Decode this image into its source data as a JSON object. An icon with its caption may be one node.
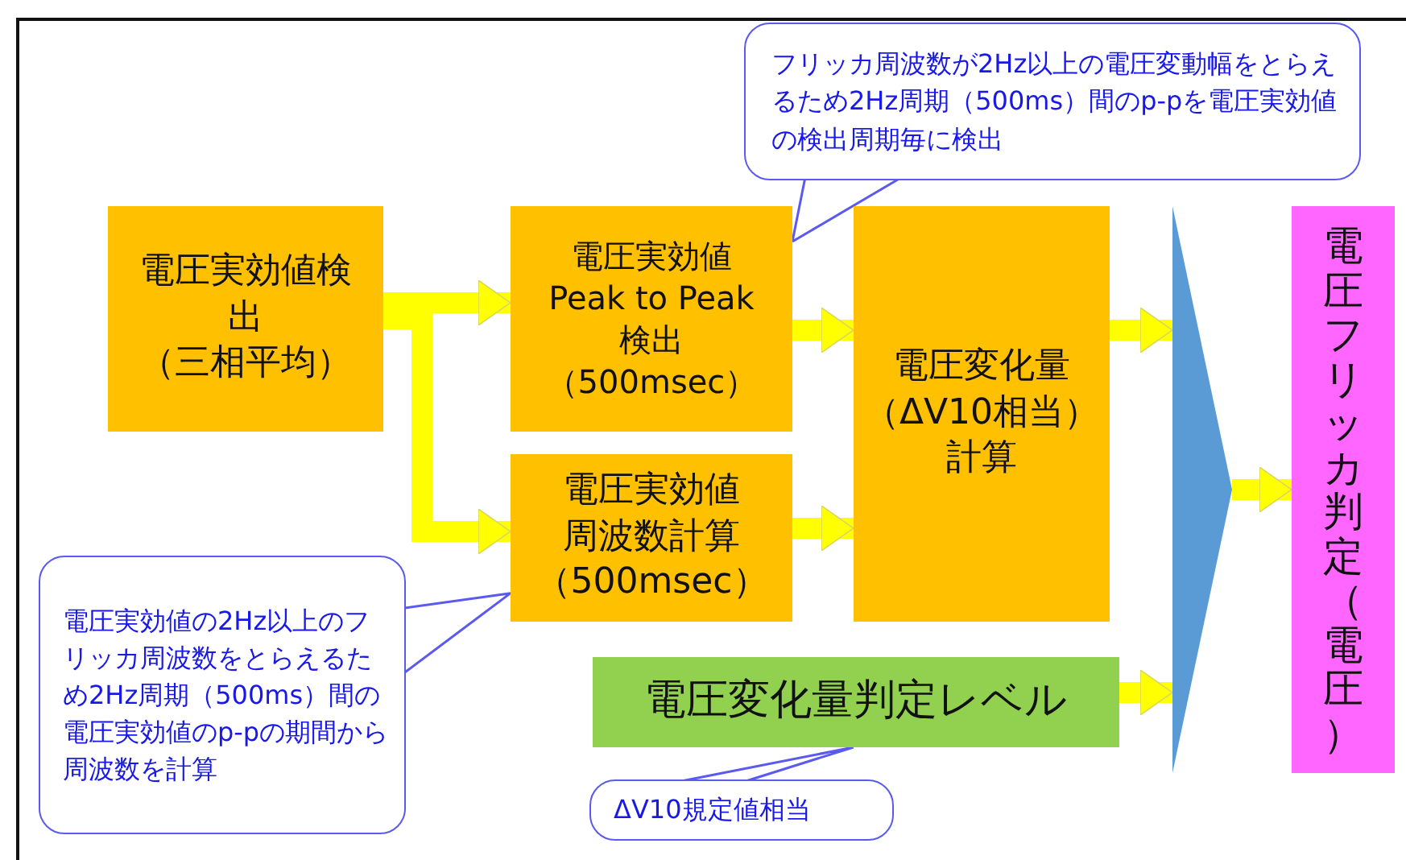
{
  "diagram": {
    "nodes": [
      {
        "text": [
          "電圧実効値検出",
          "（三相平均）"
        ]
      },
      {
        "text": [
          "電圧実効値 Peak to Peak 検出",
          "（500msec）"
        ]
      },
      {
        "text": [
          "電圧実効値周波数計算",
          "（500msec）"
        ]
      },
      {
        "text": [
          "電圧変化量（ΔV10相当）計算"
        ]
      },
      {
        "text": [
          "電圧変化量判定レベル"
        ]
      },
      {
        "text": [],
        "shape": "triangle"
      },
      {
        "text": [
          "電圧フリッカ判定（電圧）"
        ]
      },
      {
        "text": [
          "フリッカ周波数が2Hz以上の電圧変動幅をとらえるため2Hz周期（500ms）間のp-pを電圧実効値の検出周期毎に検出"
        ]
      },
      {
        "text": [
          "電圧実効値の2Hz以上のフリッカ周波数をとらえるため2Hz周期（500ms）間の電圧実効値のp-pの期間から周波数を計算"
        ]
      },
      {
        "text": [
          "ΔV10規定値相当"
        ]
      }
    ],
    "edges": [
      {
        "from": 0,
        "to": 1,
        "arrow": "to"
      },
      {
        "from": 0,
        "to": 2,
        "arrow": "to"
      },
      {
        "from": 1,
        "to": 3,
        "arrow": "to"
      },
      {
        "from": 2,
        "to": 3,
        "arrow": "to"
      },
      {
        "from": 3,
        "to": 5,
        "arrow": "to"
      },
      {
        "from": 4,
        "to": 5,
        "arrow": "to"
      },
      {
        "from": 5,
        "to": 6,
        "arrow": "to"
      },
      {
        "from": 7,
        "to": 1,
        "arrow": "none",
        "color": "#5a5af0"
      },
      {
        "from": 8,
        "to": 2,
        "arrow": "none",
        "color": "#5a5af0"
      },
      {
        "from": 9,
        "to": 4,
        "arrow": "none",
        "color": "#5a5af0"
      }
    ]
  }
}
